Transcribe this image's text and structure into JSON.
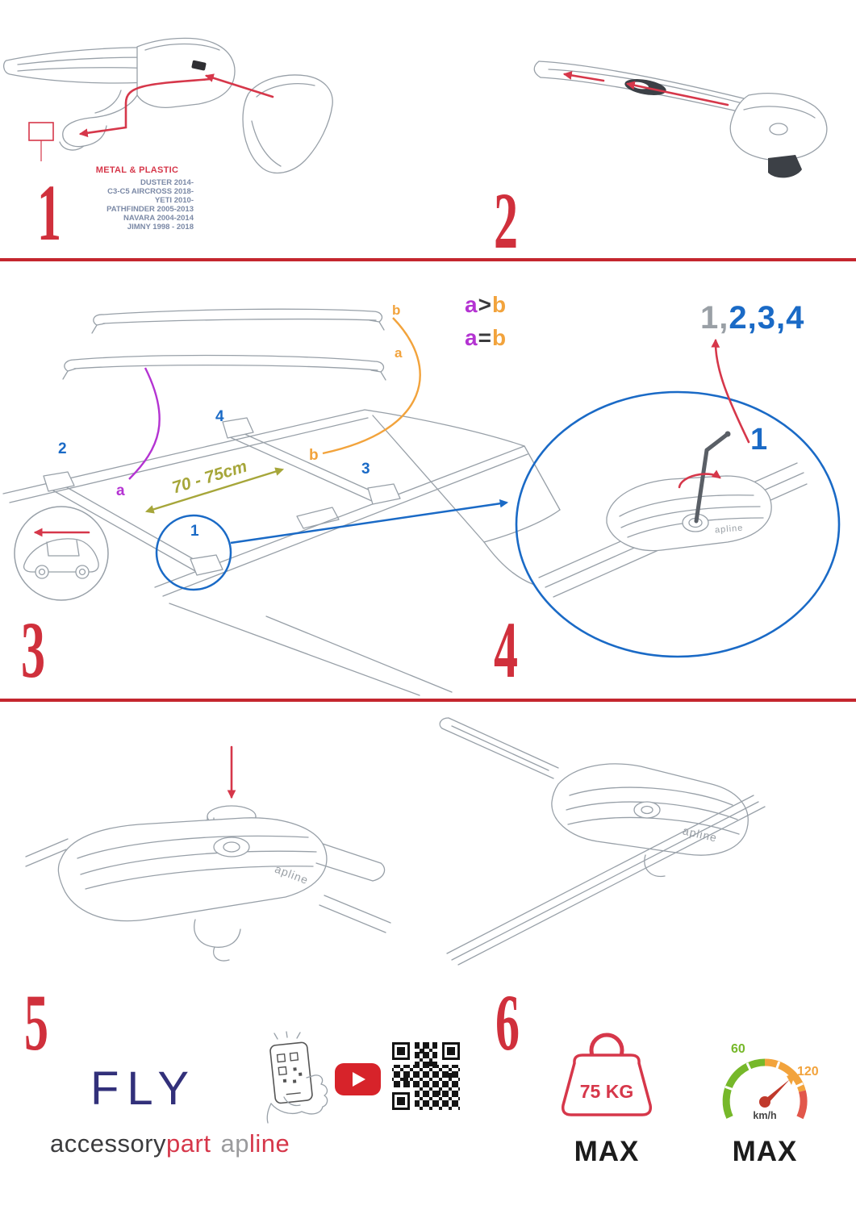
{
  "steps": {
    "n1": "1",
    "n2": "2",
    "n3": "3",
    "n4": "4",
    "n5": "5",
    "n6": "6"
  },
  "step1": {
    "material_title": "METAL & PLASTIC",
    "models": [
      "DUSTER 2014-",
      "C3-C5 AIRCROSS 2018-",
      "YETI 2010-",
      "PATHFINDER 2005-2013",
      "NAVARA 2004-2014",
      "JIMNY 1998 - 2018"
    ]
  },
  "step3": {
    "bar_label_top": "b",
    "bar_label_bottom": "a",
    "legend": {
      "row1": {
        "a": "a",
        "op": ">",
        "b": "b"
      },
      "row2": {
        "a": "a",
        "op": "=",
        "b": "b"
      }
    },
    "roof_labels": {
      "pos1": "1",
      "pos2": "2",
      "pos3": "3",
      "pos4": "4",
      "a": "a",
      "b": "b"
    },
    "measure": "70 - 75cm"
  },
  "step4": {
    "sequence_gray": "1,",
    "sequence_blue": "2,3,4",
    "pos1": "1"
  },
  "logos": {
    "apline": "apline"
  },
  "footer": {
    "model": "FLY",
    "brand_black": "accessory",
    "brand_red": "part",
    "brand2_gray": "ap",
    "brand2_red": "line",
    "weight_value": "75 KG",
    "weight_max": "MAX",
    "speed_low": "60",
    "speed_high": "120",
    "speed_unit": "km/h",
    "speed_max": "MAX"
  },
  "colors": {
    "red": "#d6374a",
    "blue": "#1a6ac6",
    "purple": "#b433d2",
    "orange": "#f2a33c",
    "olive": "#a6a63a",
    "navy": "#32307a",
    "green": "#76b82a",
    "youtube": "#d7232a"
  }
}
